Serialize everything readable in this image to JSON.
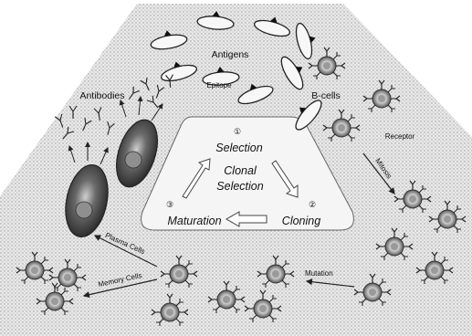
{
  "labels": {
    "antigens": "Antigens",
    "epitope": "Epitope",
    "antibodies": "Antibodies",
    "b_cells": "B-cells",
    "receptor": "Receptor",
    "mitosis": "Mitosis",
    "plasma_cells": "Plasma Cells",
    "memory_cells": "Memory Cells",
    "mutation": "Mutation"
  },
  "cycle": {
    "center_line1": "Clonal",
    "center_line2": "Selection",
    "steps": [
      {
        "number": "①",
        "label": "Selection"
      },
      {
        "number": "②",
        "label": "Cloning"
      },
      {
        "number": "③",
        "label": "Maturation"
      }
    ]
  },
  "colors": {
    "background_stipple": "#cfcfcf",
    "cell_dark": "#444444",
    "plasma_cell": "#3a3a3a"
  }
}
